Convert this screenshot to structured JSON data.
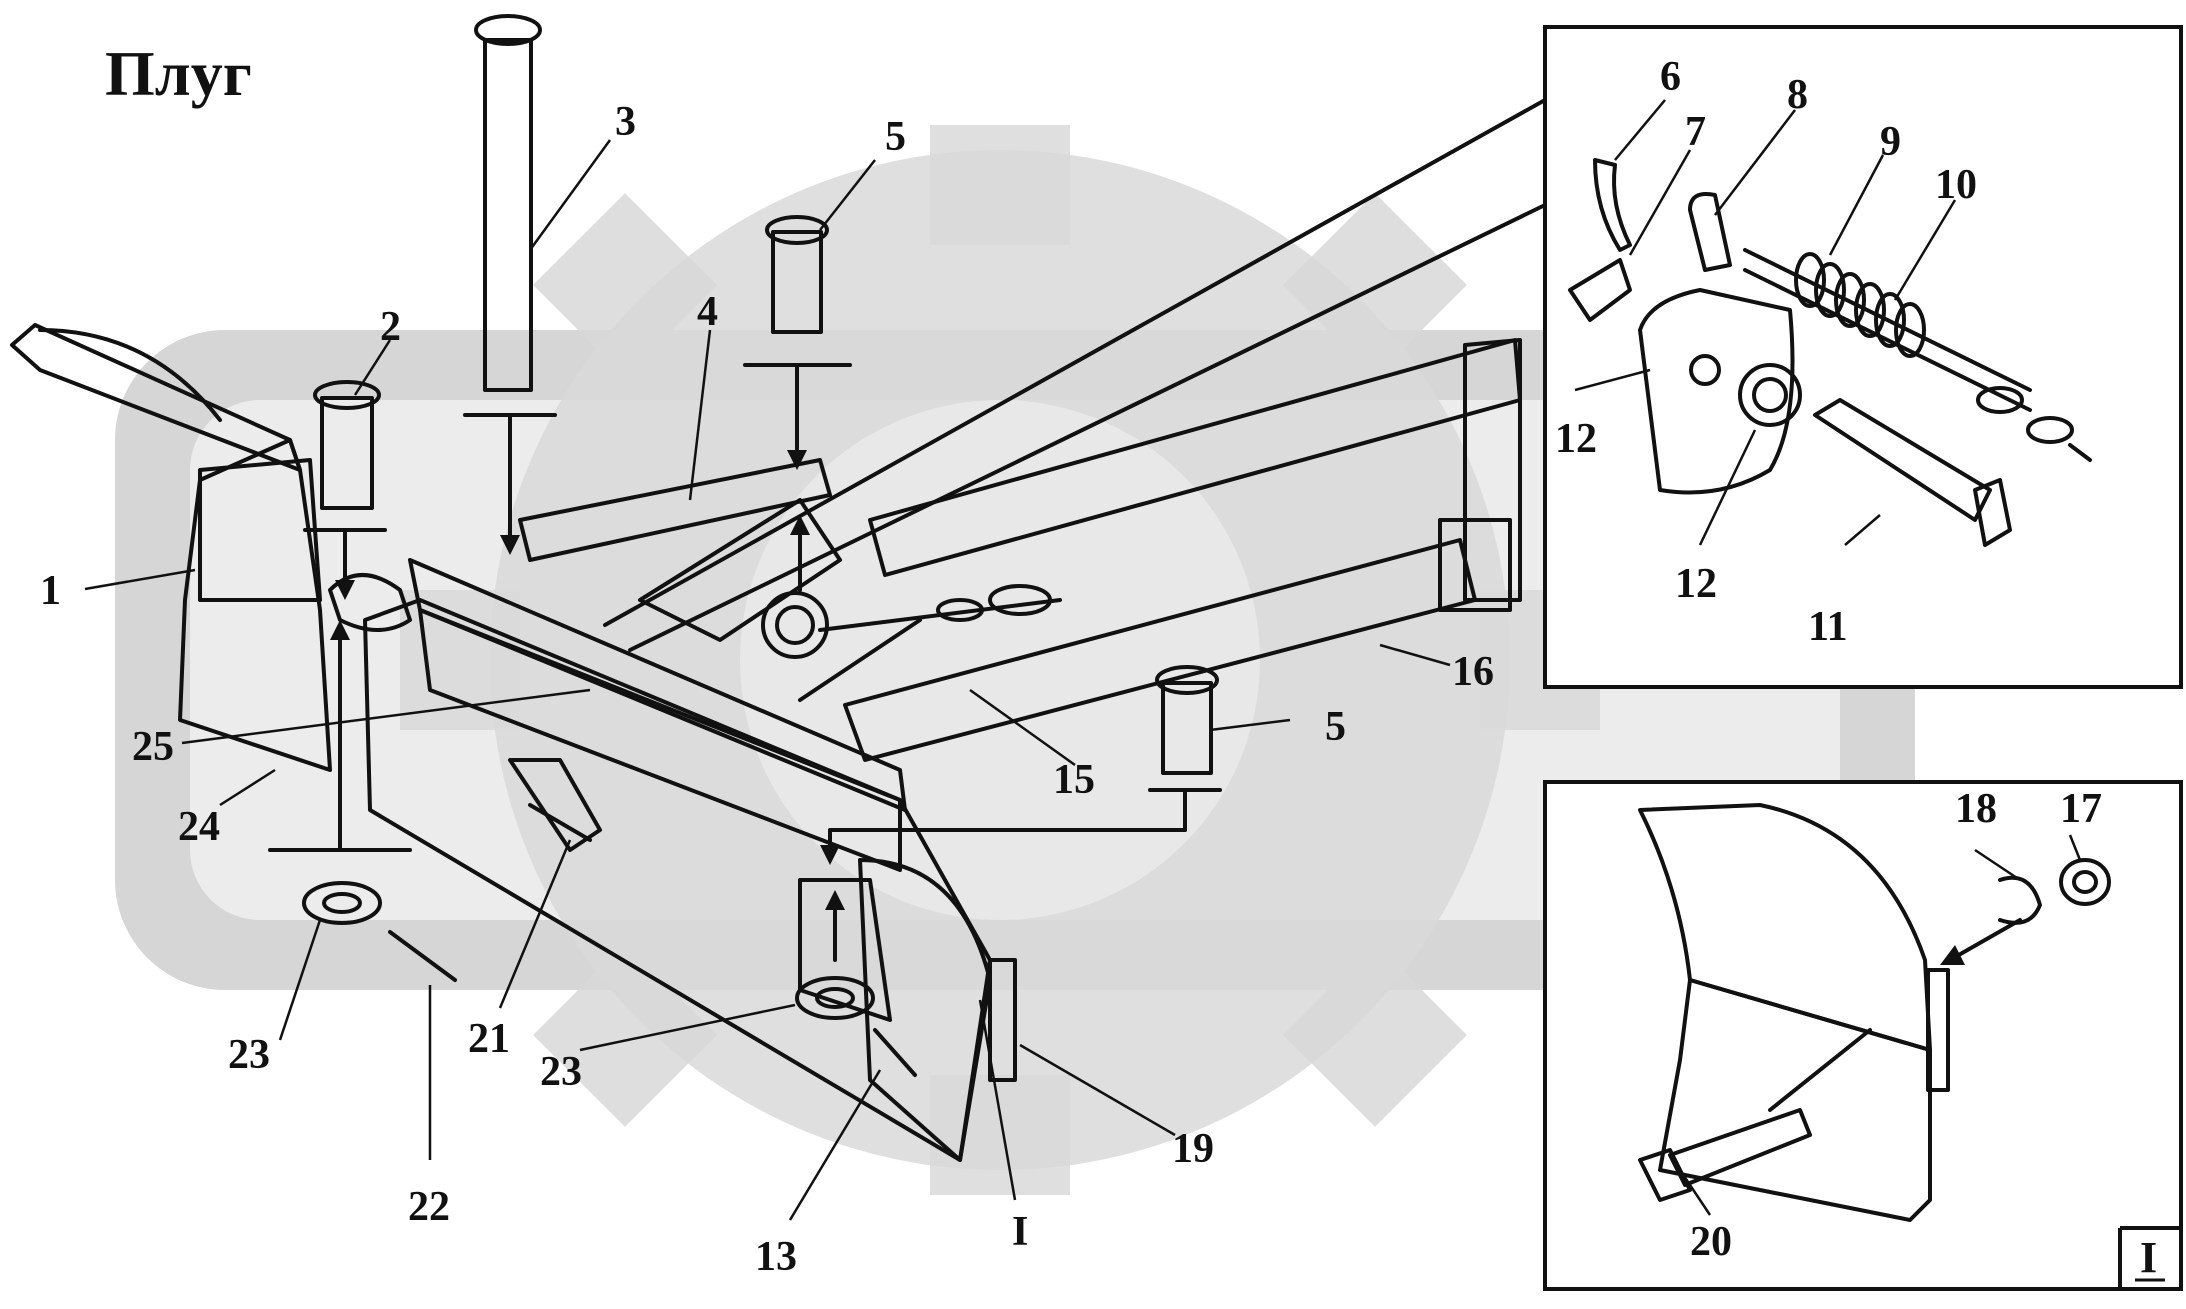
{
  "title": "Плуг",
  "inset_mark": "I",
  "callouts": [
    "1",
    "2",
    "3",
    "4",
    "5",
    "6",
    "7",
    "8",
    "9",
    "10",
    "11",
    "12",
    "13",
    "15",
    "16",
    "17",
    "18",
    "19",
    "20",
    "21",
    "22",
    "23",
    "24",
    "25",
    "I"
  ],
  "colors": {
    "ink": "#111111",
    "background": "#ffffff",
    "watermark": "#cfcfcf"
  }
}
